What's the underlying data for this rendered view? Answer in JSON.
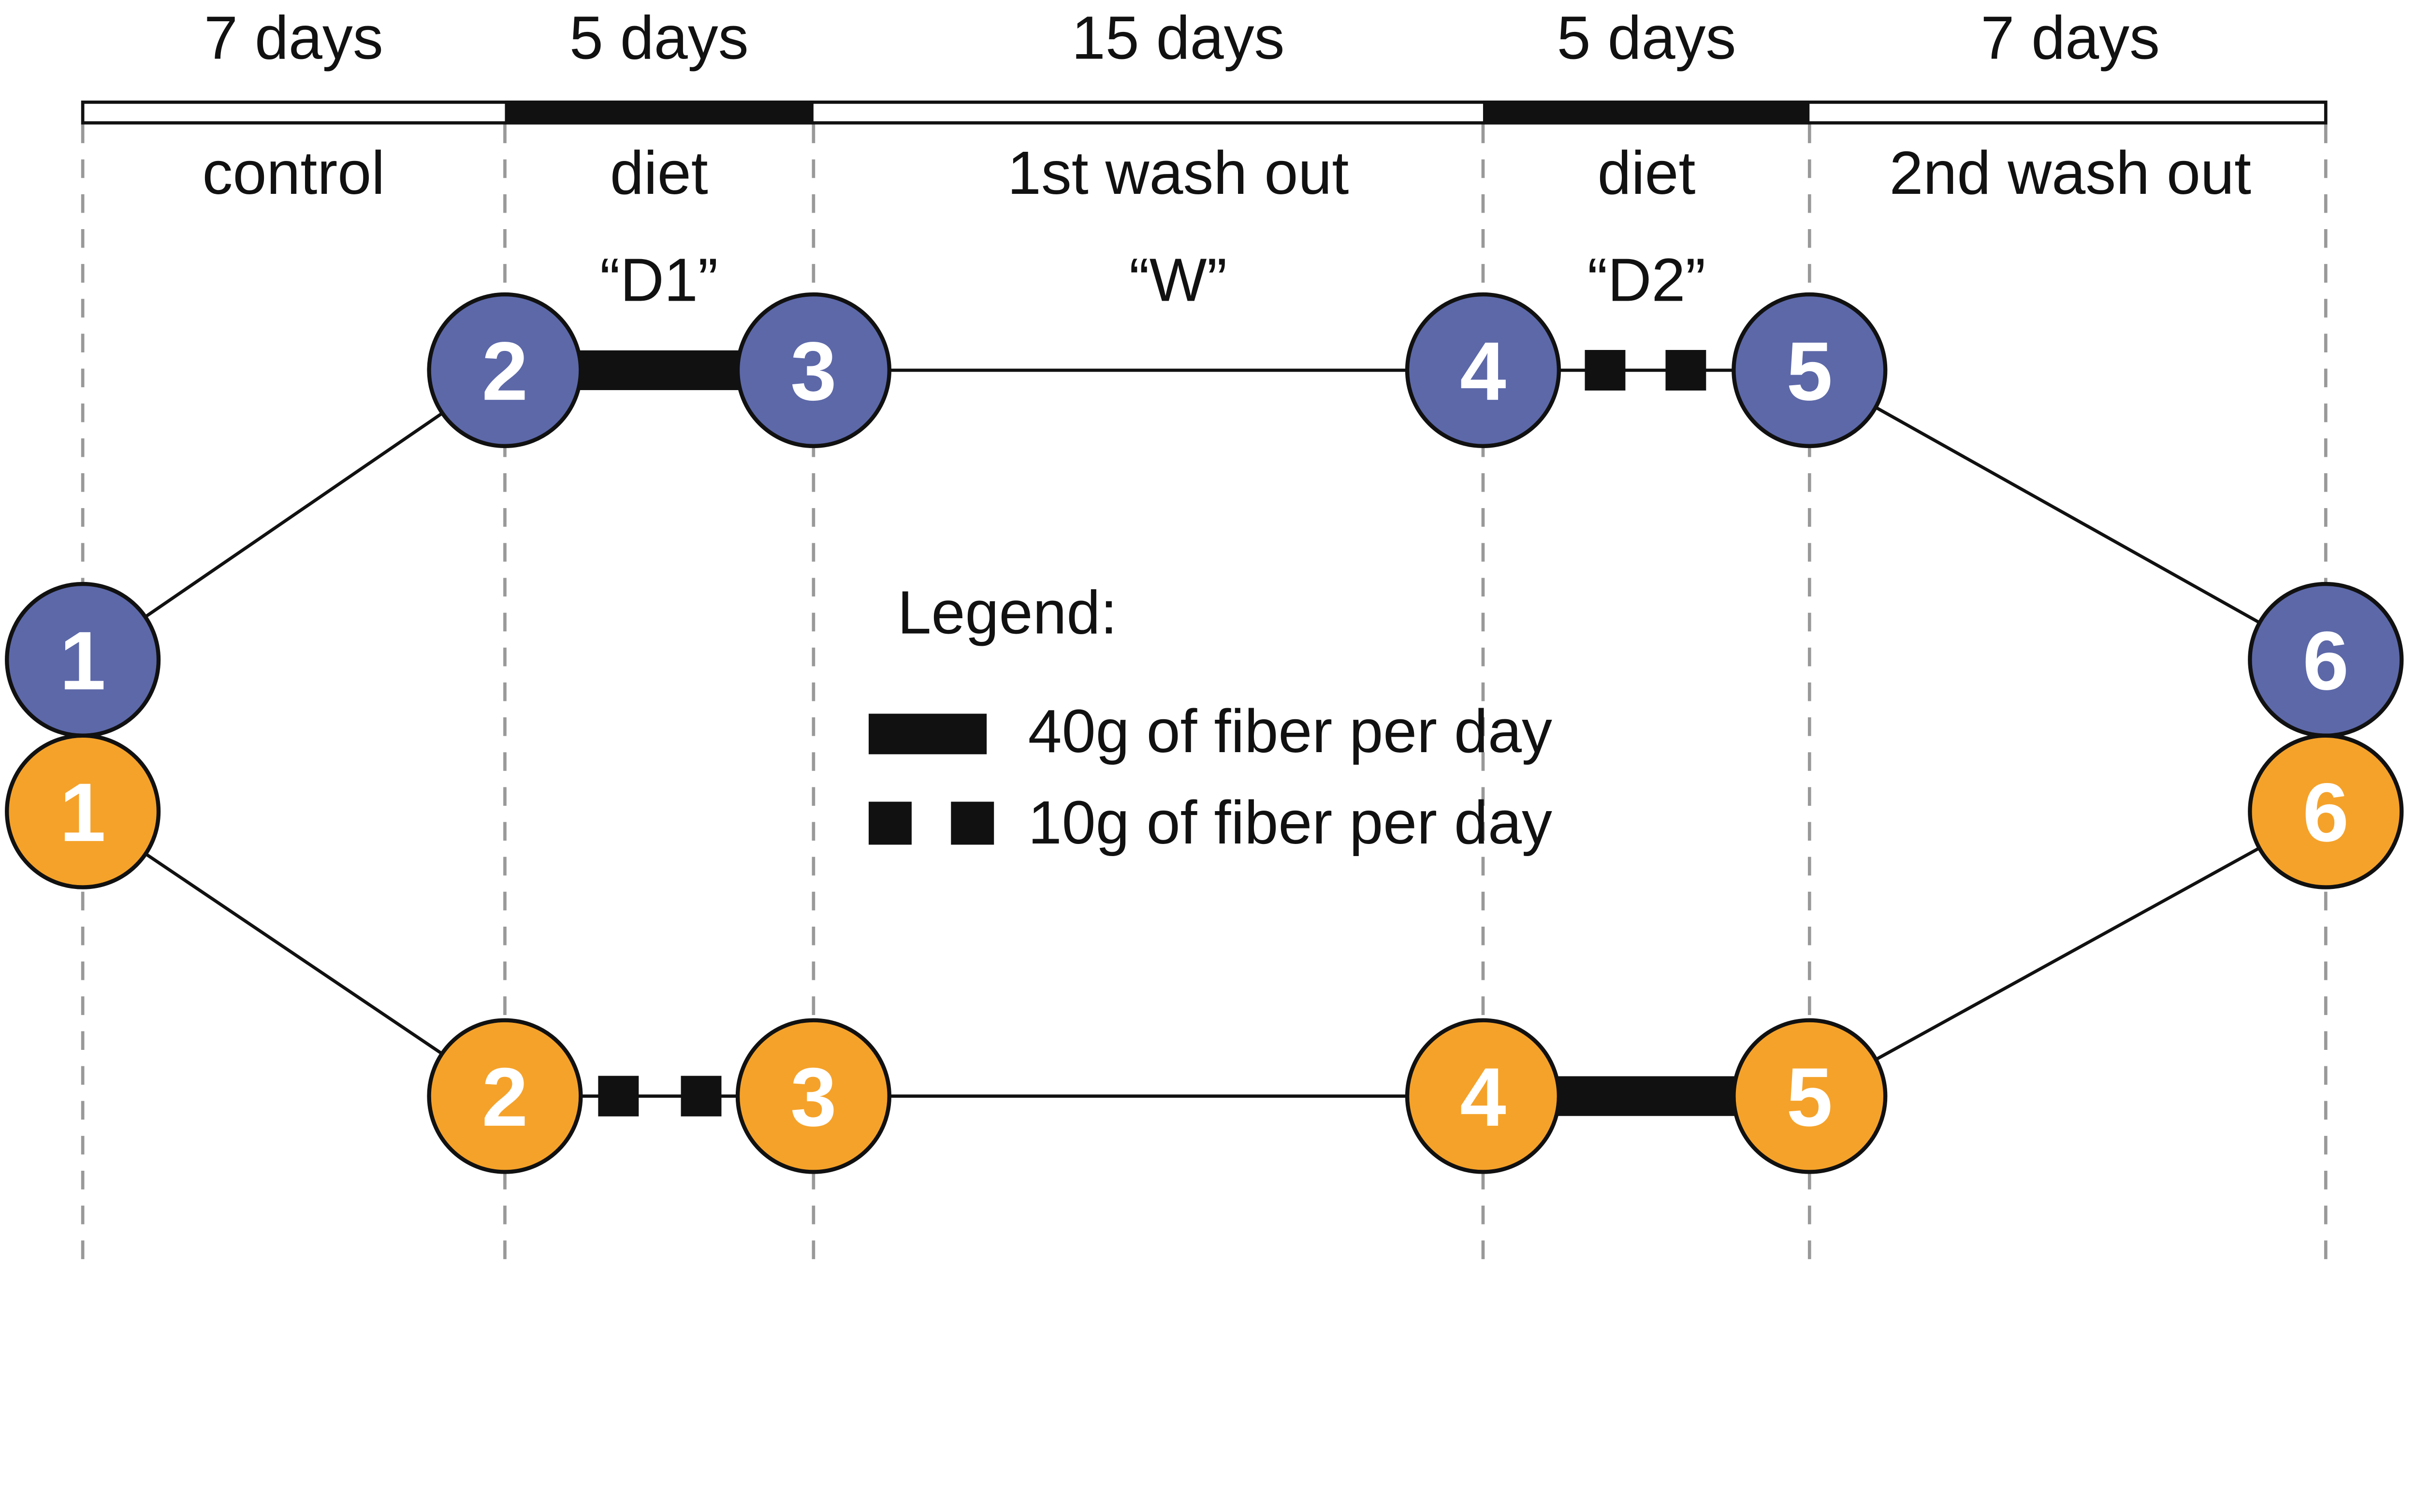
{
  "figure": {
    "description": "crossover dietary fiber study design"
  },
  "colors": {
    "blue_arm": "#5c68a8",
    "orange_arm": "#f5a22a",
    "bar_black": "#111111",
    "boundary_gray": "#999999"
  },
  "timeline": {
    "segments": [
      {
        "duration": "7 days",
        "phase": "control",
        "bar": "white"
      },
      {
        "duration": "5 days",
        "phase": "diet",
        "bar": "black",
        "code": "“D1”"
      },
      {
        "duration": "15 days",
        "phase": "1st wash out",
        "bar": "white",
        "code": "“W”"
      },
      {
        "duration": "5 days",
        "phase": "diet",
        "bar": "black",
        "code": "“D2”"
      },
      {
        "duration": "7 days",
        "phase": "2nd wash out",
        "bar": "white"
      }
    ]
  },
  "arms": {
    "blue": {
      "nodes": [
        "1",
        "2",
        "3",
        "4",
        "5",
        "6"
      ]
    },
    "orange": {
      "nodes": [
        "1",
        "2",
        "3",
        "4",
        "5",
        "6"
      ]
    }
  },
  "legend": {
    "title": "Legend:",
    "items": [
      {
        "swatch": "thick-bar",
        "label": "40g of fiber per day"
      },
      {
        "swatch": "dashed-squares",
        "label": "10g of fiber per day"
      }
    ]
  }
}
